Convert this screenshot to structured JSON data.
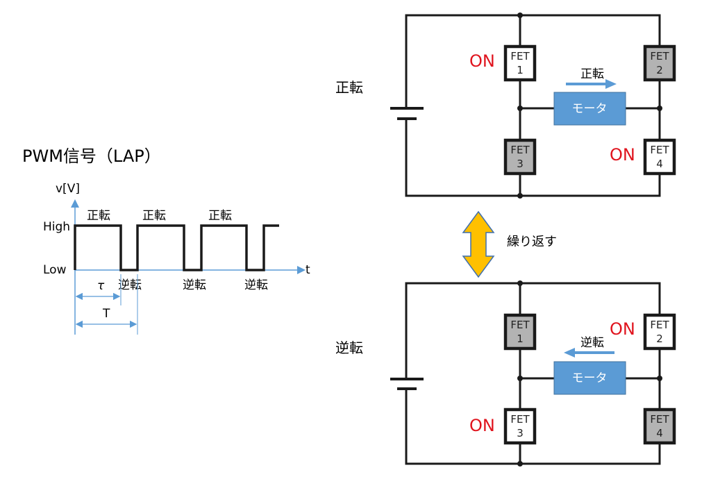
{
  "pwm": {
    "title": "PWM信号（LAP）",
    "y_axis_label": "v[V]",
    "x_axis_label": "t",
    "level_high": "High",
    "level_low": "Low",
    "forward_label": "正転",
    "reverse_label": "逆転",
    "tau_label": "τ",
    "period_label": "T"
  },
  "repeat_label": "繰り返す",
  "top_circuit": {
    "mode_label": "正転",
    "direction_label": "正転",
    "motor_label": "モータ",
    "on_label": "ON",
    "fets": [
      {
        "name": "FET",
        "num": "1",
        "state": "on"
      },
      {
        "name": "FET",
        "num": "2",
        "state": "off"
      },
      {
        "name": "FET",
        "num": "3",
        "state": "off"
      },
      {
        "name": "FET",
        "num": "4",
        "state": "on"
      }
    ]
  },
  "bottom_circuit": {
    "mode_label": "逆転",
    "direction_label": "逆転",
    "motor_label": "モータ",
    "on_label": "ON",
    "fets": [
      {
        "name": "FET",
        "num": "1",
        "state": "off"
      },
      {
        "name": "FET",
        "num": "2",
        "state": "on"
      },
      {
        "name": "FET",
        "num": "3",
        "state": "on"
      },
      {
        "name": "FET",
        "num": "4",
        "state": "off"
      }
    ]
  },
  "colors": {
    "on_text": "#e0141e",
    "fet_off_fill": "#b3b3b3",
    "fet_on_fill": "#ffffff",
    "motor_fill": "#5b9bd5",
    "arrow_blue": "#5b9bd5",
    "repeat_arrow_fill": "#ffc000",
    "repeat_arrow_stroke": "#3f6fae"
  }
}
